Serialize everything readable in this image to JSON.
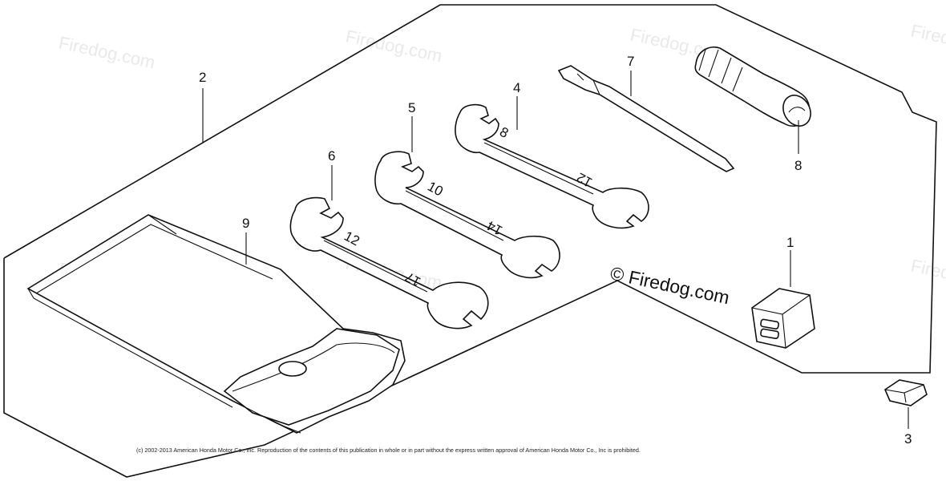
{
  "diagram": {
    "callouts": {
      "p1": "1",
      "p2": "2",
      "p3": "3",
      "p4": "4",
      "p5": "5",
      "p6": "6",
      "p7": "7",
      "p8": "8",
      "p9": "9"
    },
    "wrench_sizes": {
      "w4_a": "8",
      "w4_b": "12",
      "w5_a": "10",
      "w5_b": "14",
      "w6_a": "12",
      "w6_b": "17"
    },
    "watermark_text": "Firedog.com",
    "center_watermark": "© Firedog.com",
    "copyright": "(c) 2002-2013 American Honda Motor Co., Inc. Reproduction of the contents of this publication in whole or in part without the express written approval of American Honda Motor Co., Inc is prohibited.",
    "colors": {
      "line": "#111111",
      "watermark": "#e9e9e9"
    }
  }
}
